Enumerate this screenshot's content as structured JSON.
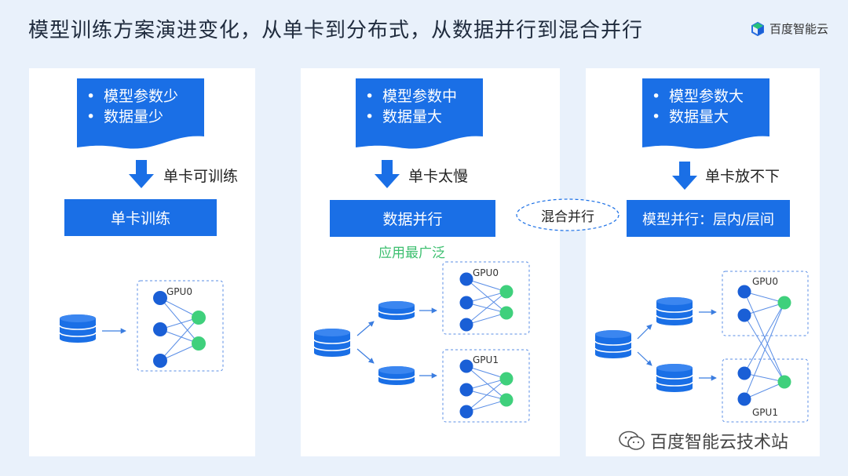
{
  "title": "模型训练方案演进变化，从单卡到分布式，从数据并行到混合并行",
  "logo": {
    "name": "百度智能云"
  },
  "panels": [
    {
      "bullets": [
        "模型参数少",
        "数据量少"
      ],
      "arrow_label": "单卡可训练",
      "box_label": "单卡训练",
      "gpu_labels": [
        "GPU0"
      ]
    },
    {
      "bullets": [
        "模型参数中",
        "数据量大"
      ],
      "arrow_label": "单卡太慢",
      "box_label": "数据并行",
      "note": "应用最广泛",
      "gpu_labels": [
        "GPU0",
        "GPU1"
      ]
    },
    {
      "bullets": [
        "模型参数大",
        "数据量大"
      ],
      "arrow_label": "单卡放不下",
      "box_label": "模型并行：层内/层间",
      "gpu_labels": [
        "GPU0",
        "GPU1"
      ]
    }
  ],
  "hybrid_label": "混合并行",
  "watermark": "百度智能云技术站",
  "colors": {
    "blue": "#1a6fe6",
    "green": "#3fd07c",
    "background": "#e9f1fb"
  }
}
